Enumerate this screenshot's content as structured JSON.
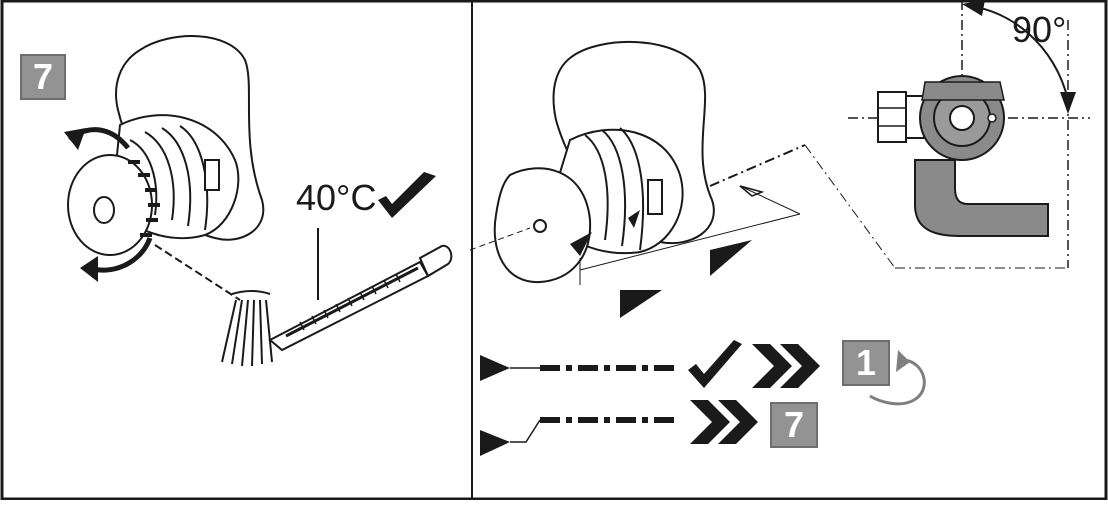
{
  "left_panel": {
    "step_badge": "7",
    "temperature_label": "40°C"
  },
  "right_panel": {
    "angle_label": "90°",
    "result_ok_step": "1",
    "result_fail_step": "7"
  },
  "colors": {
    "badge_fill": "#939393",
    "outline": "#1a1a1a",
    "part_fill": "#8a8a8a",
    "part_dark": "#555555"
  },
  "icons": [
    "rotate-arrows-icon",
    "water-jet-icon",
    "thermometer-icon",
    "checkmark-icon",
    "double-chevron-icon",
    "repeat-arrow-icon",
    "triangle-marker-icon"
  ]
}
